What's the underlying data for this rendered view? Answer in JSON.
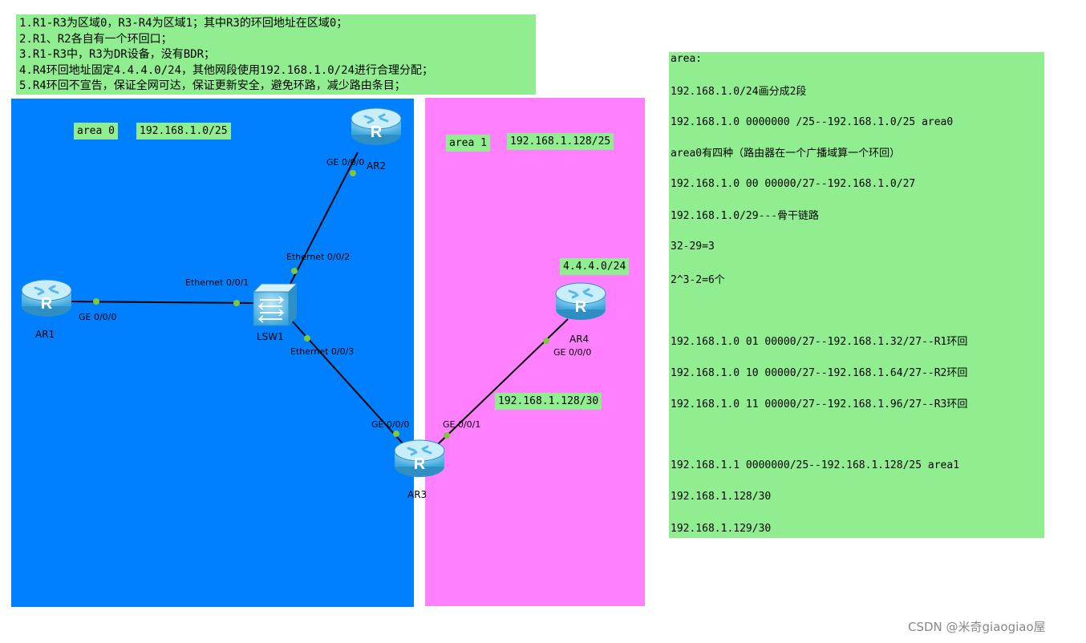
{
  "requirements": [
    "1.R1-R3为区域0，R3-R4为区域1；其中R3的环回地址在区域0；",
    "2.R1、R2各自有一个环回口；",
    "3.R1-R3中，R3为DR设备，没有BDR；",
    "4.R4环回地址固定4.4.4.0/24，其他网段使用192.168.1.0/24进行合理分配；",
    "5.R4环回不宣告，保证全网可达，保证更新安全，避免环路，减少路由条目；"
  ],
  "zones": {
    "area0": {
      "label": "area 0",
      "network": "192.168.1.0/25",
      "color": "#0080ff"
    },
    "area1": {
      "label": "area 1",
      "network": "192.168.1.128/25",
      "color": "#ff80ff"
    }
  },
  "devices": {
    "ar1": {
      "label": "AR1",
      "icon": "router-icon"
    },
    "ar2": {
      "label": "AR2",
      "icon": "router-icon"
    },
    "ar3": {
      "label": "AR3",
      "icon": "router-icon"
    },
    "ar4": {
      "label": "AR4",
      "icon": "router-icon"
    },
    "lsw1": {
      "label": "LSW1",
      "icon": "switch-icon"
    }
  },
  "ports": {
    "ar1_ge000": "GE 0/0/0",
    "lsw1_e001": "Ethernet 0/0/1",
    "lsw1_e002": "Ethernet 0/0/2",
    "lsw1_e003": "Ethernet 0/0/3",
    "ar2_ge000": "GE 0/0/0",
    "ar3_ge000": "GE 0/0/0",
    "ar3_ge001": "GE 0/0/1",
    "ar4_ge000": "GE 0/0/0"
  },
  "tags": {
    "ar4_loopback": "4.4.4.0/24",
    "link_ar3_ar4": "192.168.1.128/30"
  },
  "notes": [
    "area:",
    "192.168.1.0/24画分成2段",
    "192.168.1.0 0000000 /25--192.168.1.0/25   area0",
    "area0有四种（路由器在一个广播域算一个环回）",
    "192.168.1.0 00 00000/27--192.168.1.0/27",
    "192.168.1.0/29---骨干链路",
    "32-29=3",
    "2^3-2=6个",
    "192.168.1.0 01 00000/27--192.168.1.32/27--R1环回",
    "192.168.1.0 10 00000/27--192.168.1.64/27--R2环回",
    "192.168.1.0 11 00000/27--192.168.1.96/27--R3环回",
    "192.168.1.1 0000000/25--192.168.1.128/25   area1",
    "192.168.1.128/30",
    "192.168.1.129/30"
  ],
  "watermark": "CSDN @米奇giaogiao屋",
  "colors": {
    "note_bg": "#90ee90",
    "link": "#000000",
    "port_dot": "#7ec83a",
    "router": "#5ab8e8"
  }
}
